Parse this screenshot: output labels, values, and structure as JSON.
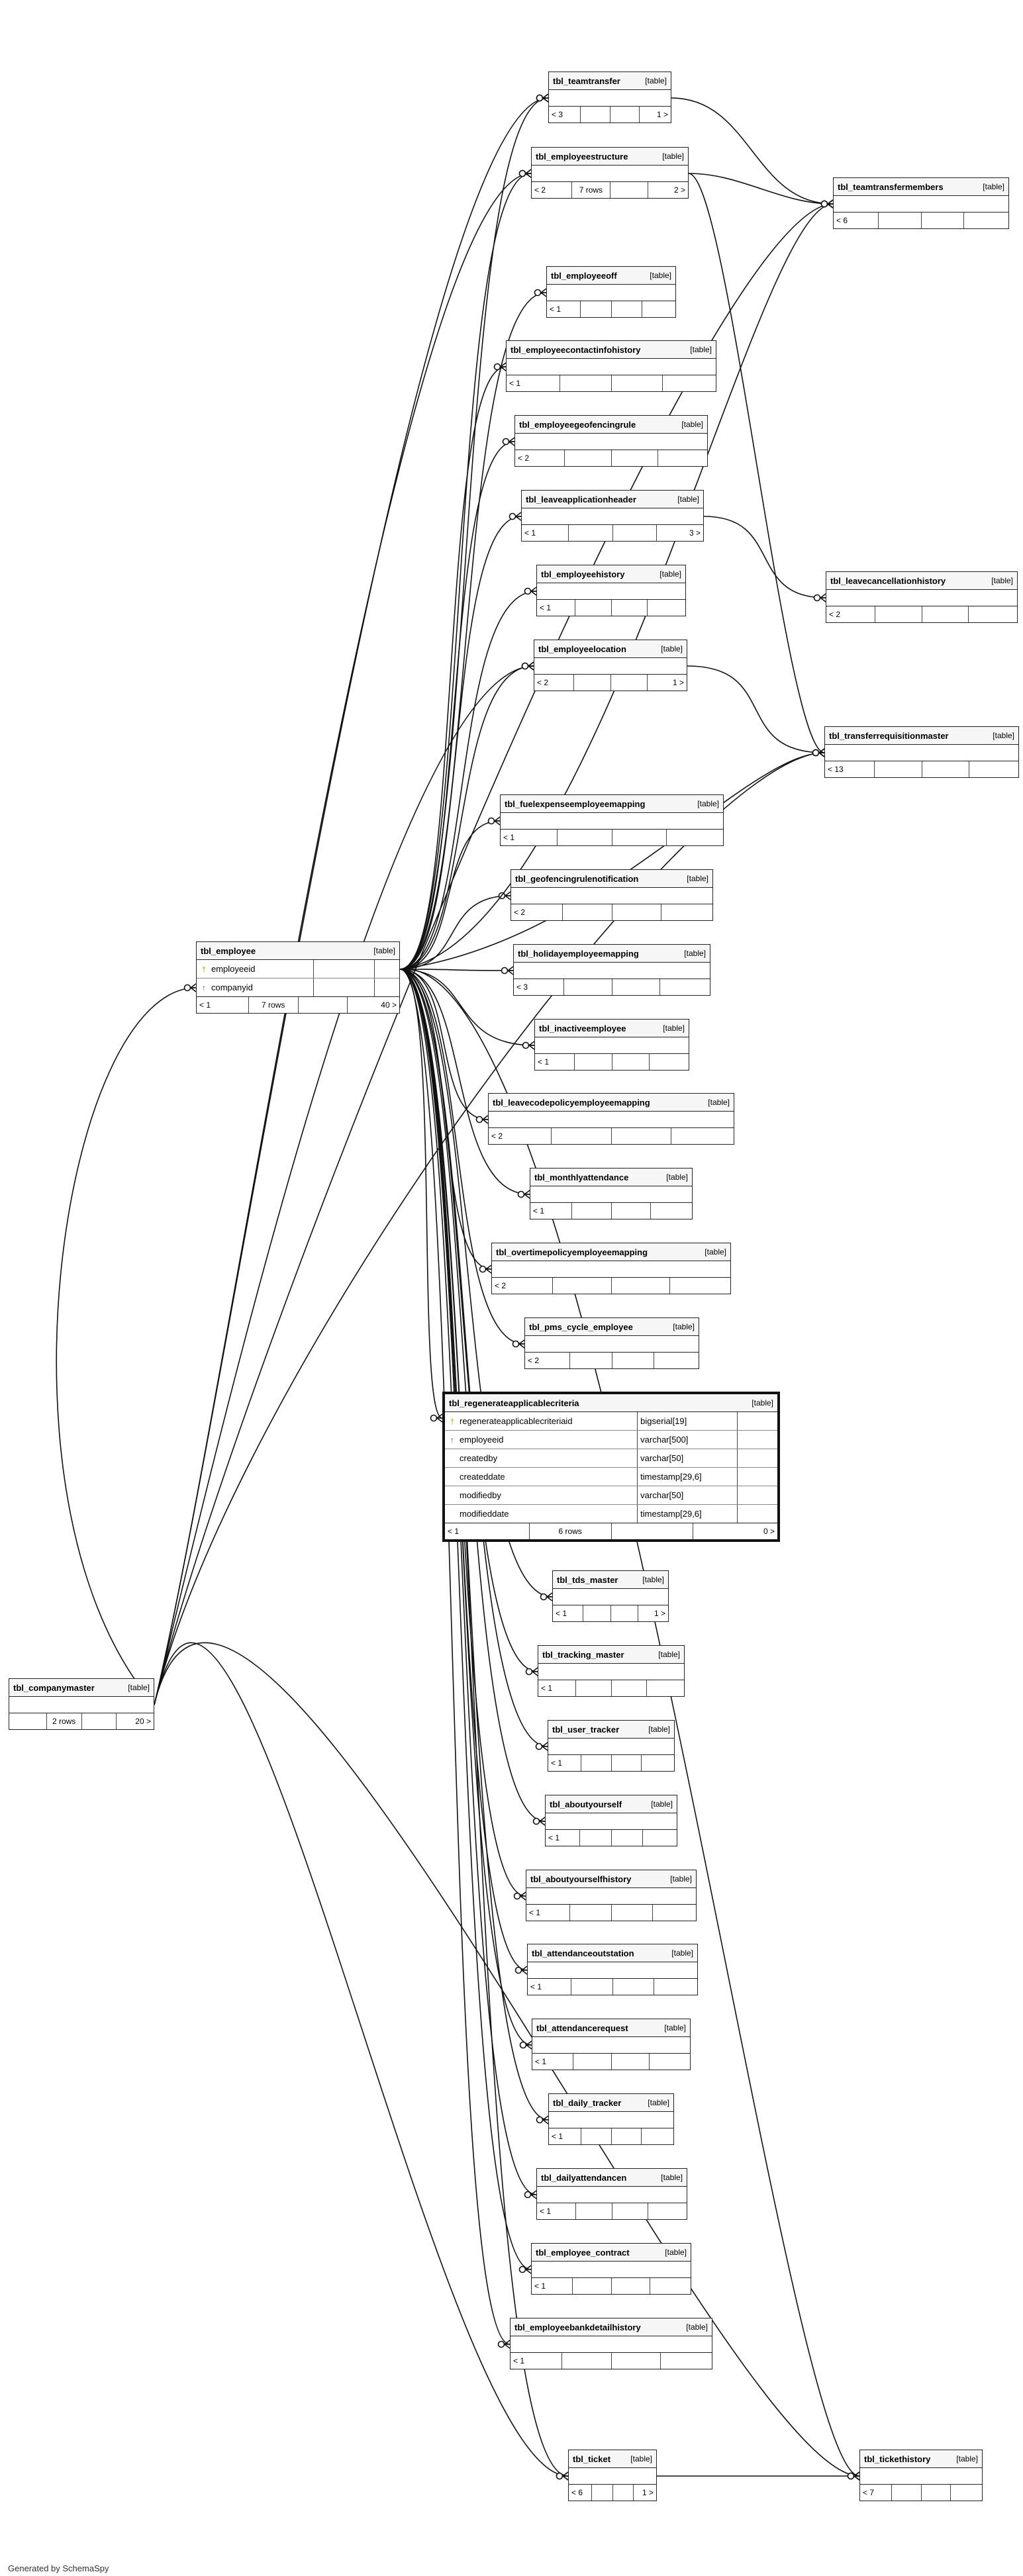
{
  "footer_text": "Generated by SchemaSpy",
  "kind_label": "[table]",
  "tables": [
    {
      "id": "tbl_teamtransfer",
      "name": "tbl_teamtransfer",
      "footer": [
        "< 3",
        "",
        "",
        "1 >"
      ]
    },
    {
      "id": "tbl_employeestructure",
      "name": "tbl_employeestructure",
      "footer": [
        "< 2",
        "7 rows",
        "",
        "2 >"
      ]
    },
    {
      "id": "tbl_teamtransfermembers",
      "name": "tbl_teamtransfermembers",
      "footer": [
        "< 6",
        "",
        "",
        ""
      ]
    },
    {
      "id": "tbl_employeeoff",
      "name": "tbl_employeeoff",
      "footer": [
        "< 1",
        "",
        "",
        ""
      ]
    },
    {
      "id": "tbl_employeecontactinfohistory",
      "name": "tbl_employeecontactinfohistory",
      "footer": [
        "< 1",
        "",
        "",
        ""
      ]
    },
    {
      "id": "tbl_employeegeofencingrule",
      "name": "tbl_employeegeofencingrule",
      "footer": [
        "< 2",
        "",
        "",
        ""
      ]
    },
    {
      "id": "tbl_leaveapplicationheader",
      "name": "tbl_leaveapplicationheader",
      "footer": [
        "< 1",
        "",
        "",
        "3 >"
      ]
    },
    {
      "id": "tbl_employeehistory",
      "name": "tbl_employeehistory",
      "footer": [
        "< 1",
        "",
        "",
        ""
      ]
    },
    {
      "id": "tbl_employeelocation",
      "name": "tbl_employeelocation",
      "footer": [
        "< 2",
        "",
        "",
        "1 >"
      ]
    },
    {
      "id": "tbl_leavecancellationhistory",
      "name": "tbl_leavecancellationhistory",
      "footer": [
        "< 2",
        "",
        "",
        ""
      ]
    },
    {
      "id": "tbl_transferrequisitionmaster",
      "name": "tbl_transferrequisitionmaster",
      "footer": [
        "< 13",
        "",
        "",
        ""
      ]
    },
    {
      "id": "tbl_fuelexpenseemployeemapping",
      "name": "tbl_fuelexpenseemployeemapping",
      "footer": [
        "< 1",
        "",
        "",
        ""
      ]
    },
    {
      "id": "tbl_geofencingrulenotification",
      "name": "tbl_geofencingrulenotification",
      "footer": [
        "< 2",
        "",
        "",
        ""
      ]
    },
    {
      "id": "tbl_employee",
      "name": "tbl_employee",
      "columns": [
        {
          "key": "pk",
          "name": "employeeid",
          "type": ""
        },
        {
          "key": "fk",
          "name": "companyid",
          "type": ""
        }
      ],
      "footer": [
        "< 1",
        "7 rows",
        "",
        "40 >"
      ]
    },
    {
      "id": "tbl_holidayemployeemapping",
      "name": "tbl_holidayemployeemapping",
      "footer": [
        "< 3",
        "",
        "",
        ""
      ]
    },
    {
      "id": "tbl_inactiveemployee",
      "name": "tbl_inactiveemployee",
      "footer": [
        "< 1",
        "",
        "",
        ""
      ]
    },
    {
      "id": "tbl_leavecodepolicyemployeemapping",
      "name": "tbl_leavecodepolicyemployeemapping",
      "footer": [
        "< 2",
        "",
        "",
        ""
      ]
    },
    {
      "id": "tbl_monthlyattendance",
      "name": "tbl_monthlyattendance",
      "footer": [
        "< 1",
        "",
        "",
        ""
      ]
    },
    {
      "id": "tbl_overtimepolicyemployeemapping",
      "name": "tbl_overtimepolicyemployeemapping",
      "footer": [
        "< 2",
        "",
        "",
        ""
      ]
    },
    {
      "id": "tbl_pms_cycle_employee",
      "name": "tbl_pms_cycle_employee",
      "footer": [
        "< 2",
        "",
        "",
        ""
      ]
    },
    {
      "id": "tbl_regenerateapplicablecriteria",
      "name": "tbl_regenerateapplicablecriteria",
      "columns": [
        {
          "key": "pk",
          "name": "regenerateapplicablecriteriaid",
          "type": "bigserial[19]"
        },
        {
          "key": "fk",
          "name": "employeeid",
          "type": "varchar[500]"
        },
        {
          "key": "",
          "name": "createdby",
          "type": "varchar[50]"
        },
        {
          "key": "",
          "name": "createddate",
          "type": "timestamp[29,6]"
        },
        {
          "key": "",
          "name": "modifiedby",
          "type": "varchar[50]"
        },
        {
          "key": "",
          "name": "modifieddate",
          "type": "timestamp[29,6]"
        }
      ],
      "footer": [
        "< 1",
        "6 rows",
        "",
        "0 >"
      ]
    },
    {
      "id": "tbl_tds_master",
      "name": "tbl_tds_master",
      "footer": [
        "< 1",
        "",
        "",
        "1 >"
      ]
    },
    {
      "id": "tbl_tracking_master",
      "name": "tbl_tracking_master",
      "footer": [
        "< 1",
        "",
        "",
        ""
      ]
    },
    {
      "id": "tbl_user_tracker",
      "name": "tbl_user_tracker",
      "footer": [
        "< 1",
        "",
        "",
        ""
      ]
    },
    {
      "id": "tbl_companymaster",
      "name": "tbl_companymaster",
      "footer": [
        "",
        "2 rows",
        "",
        "20 >"
      ]
    },
    {
      "id": "tbl_aboutyourself",
      "name": "tbl_aboutyourself",
      "footer": [
        "< 1",
        "",
        "",
        ""
      ]
    },
    {
      "id": "tbl_aboutyourselfhistory",
      "name": "tbl_aboutyourselfhistory",
      "footer": [
        "< 1",
        "",
        "",
        ""
      ]
    },
    {
      "id": "tbl_attendanceoutstation",
      "name": "tbl_attendanceoutstation",
      "footer": [
        "< 1",
        "",
        "",
        ""
      ]
    },
    {
      "id": "tbl_attendancerequest",
      "name": "tbl_attendancerequest",
      "footer": [
        "< 1",
        "",
        "",
        ""
      ]
    },
    {
      "id": "tbl_daily_tracker",
      "name": "tbl_daily_tracker",
      "footer": [
        "< 1",
        "",
        "",
        ""
      ]
    },
    {
      "id": "tbl_dailyattendancen",
      "name": "tbl_dailyattendancen",
      "footer": [
        "< 1",
        "",
        "",
        ""
      ]
    },
    {
      "id": "tbl_employee_contract",
      "name": "tbl_employee_contract",
      "footer": [
        "< 1",
        "",
        "",
        ""
      ]
    },
    {
      "id": "tbl_employeebankdetailhistory",
      "name": "tbl_employeebankdetailhistory",
      "footer": [
        "< 1",
        "",
        "",
        ""
      ]
    },
    {
      "id": "tbl_ticket",
      "name": "tbl_ticket",
      "footer": [
        "< 6",
        "",
        "",
        "1 >"
      ]
    },
    {
      "id": "tbl_tickethistory",
      "name": "tbl_tickethistory",
      "footer": [
        "< 7",
        "",
        "",
        ""
      ]
    }
  ]
}
